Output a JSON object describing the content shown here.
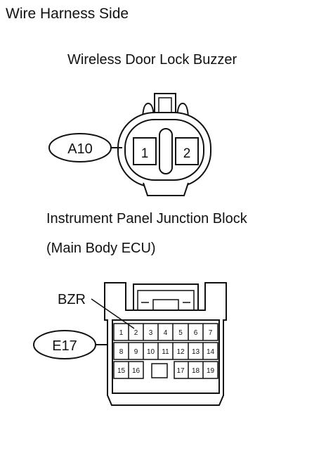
{
  "header": {
    "title": "Wire Harness Side"
  },
  "buzzer": {
    "name": "Wireless Door Lock Buzzer",
    "connector_id": "A10",
    "pins": [
      "1",
      "2"
    ]
  },
  "junction_block": {
    "name_line1": "Instrument Panel Junction Block",
    "name_line2": "(Main Body ECU)",
    "connector_id": "E17",
    "callout": "BZR",
    "pins_row1": [
      "1",
      "2",
      "3",
      "4",
      "5",
      "6",
      "7"
    ],
    "pins_row2": [
      "8",
      "9",
      "10",
      "11",
      "12",
      "13",
      "14"
    ],
    "pins_row3": [
      "15",
      "16",
      "17",
      "18",
      "19"
    ]
  }
}
